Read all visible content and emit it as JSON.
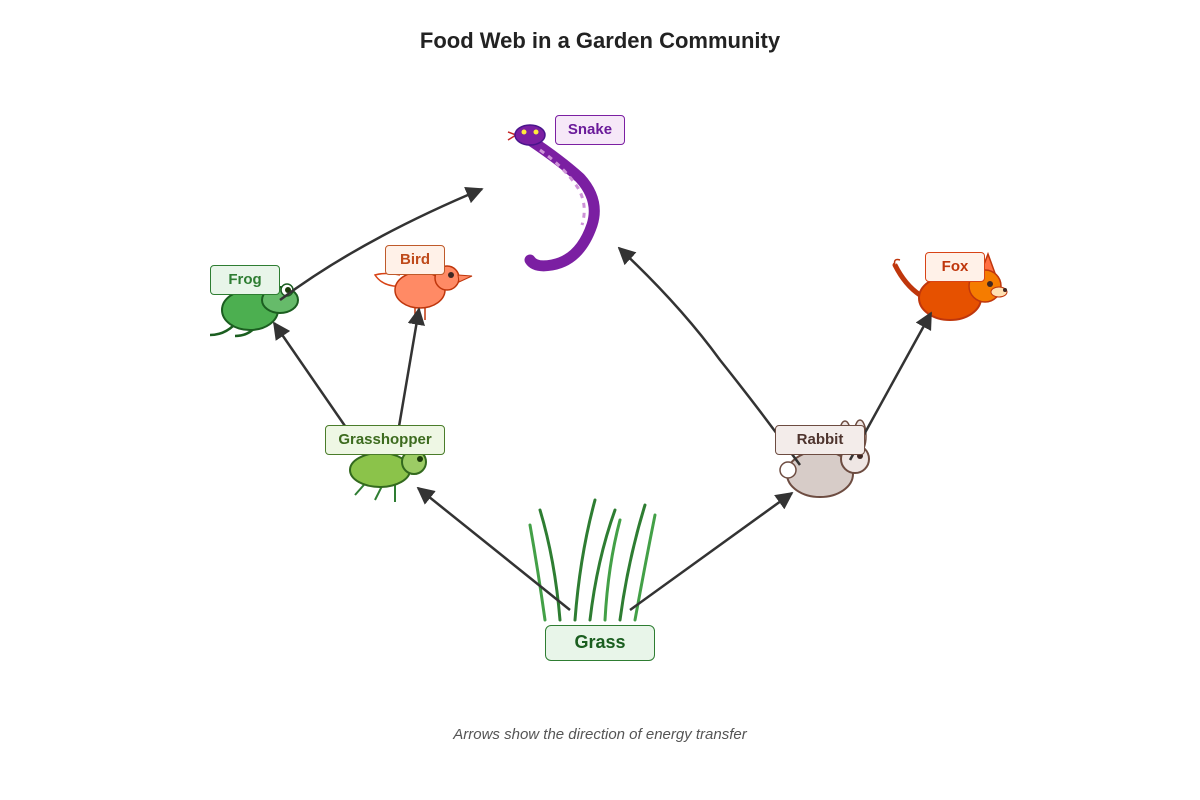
{
  "title": "Food Web in a Garden Community",
  "caption": "Arrows show the direction of energy transfer",
  "organisms": {
    "grass": {
      "label": "Grass",
      "fill": "#e8f5e9",
      "border": "#2e7d32",
      "text": "#1b5e20"
    },
    "grasshopper": {
      "label": "Grasshopper",
      "fill": "#eef7e4",
      "border": "#4a7c2a",
      "text": "#3d6b1f"
    },
    "rabbit": {
      "label": "Rabbit",
      "fill": "#f3ecea",
      "border": "#6d4c41",
      "text": "#4e342e"
    },
    "frog": {
      "label": "Frog",
      "fill": "#e8f5e9",
      "border": "#2e7d32",
      "text": "#2e7d32"
    },
    "bird": {
      "label": "Bird",
      "fill": "#fff1e8",
      "border": "#bf5a2a",
      "text": "#bf4a1a"
    },
    "snake": {
      "label": "Snake",
      "fill": "#f6e8f8",
      "border": "#7b1fa2",
      "text": "#6a1b9a"
    },
    "fox": {
      "label": "Fox",
      "fill": "#fff1e8",
      "border": "#d84315",
      "text": "#bf360c"
    }
  },
  "energy_flows": [
    {
      "from": "grass",
      "to": "grasshopper"
    },
    {
      "from": "grass",
      "to": "rabbit"
    },
    {
      "from": "grasshopper",
      "to": "frog"
    },
    {
      "from": "grasshopper",
      "to": "bird"
    },
    {
      "from": "frog",
      "to": "snake"
    },
    {
      "from": "rabbit",
      "to": "snake"
    },
    {
      "from": "rabbit",
      "to": "fox"
    }
  ],
  "colors": {
    "arrow": "#333333",
    "title": "#222222",
    "caption": "#555555"
  }
}
